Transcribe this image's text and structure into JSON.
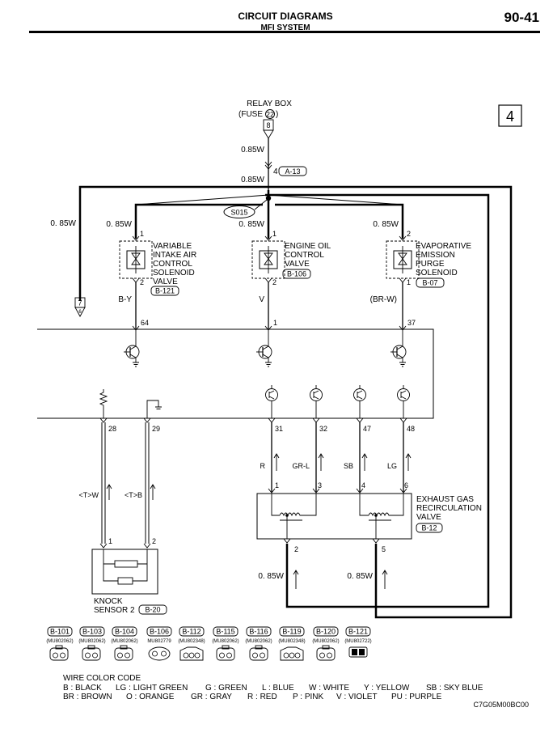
{
  "header": {
    "title": "CIRCUIT DIAGRAMS",
    "subtitle": "MFI SYSTEM",
    "page_number": "90-41"
  },
  "sheet_number": "4",
  "relay_box": {
    "label": "RELAY BOX",
    "fuse_label": "(FUSE",
    "fuse_number": "22",
    "fuse_close": ")",
    "pin": "8"
  },
  "wires": {
    "w1": "0.85W",
    "w2": "0.85W",
    "w_left": "0. 85W",
    "w_var": "0. 85W",
    "w_oil": "0. 85W",
    "w_evap": "0. 85W",
    "w_egr2": "0. 85W",
    "w_egr5": "0. 85W"
  },
  "connector_a13": {
    "pin": "4",
    "label": "A-13"
  },
  "splice": "S015",
  "left_connector": {
    "top": "7",
    "bottom": "6"
  },
  "devices": [
    {
      "pin_top": "1",
      "pin_bottom": "2",
      "name": [
        "VARIABLE",
        "INTAKE AIR",
        "CONTROL",
        "SOLENOID",
        "VALVE"
      ],
      "connector": "B-121",
      "wire_color": "B-Y",
      "ecu_pin": "64"
    },
    {
      "pin_top": "1",
      "pin_bottom": "2",
      "name": [
        "ENGINE OIL",
        "CONTROL",
        "VALVE"
      ],
      "connector": "B-106",
      "wire_color": "V",
      "ecu_pin": "1"
    },
    {
      "pin_top": "2",
      "pin_bottom": "1",
      "name": [
        "EVAPORATIVE",
        "EMISSION",
        "PURGE",
        "SOLENOID"
      ],
      "connector": "B-07",
      "wire_color": "(BR-W)",
      "ecu_pin": "37"
    }
  ],
  "knock": {
    "ecu_pins": [
      "28",
      "29"
    ],
    "wire_labels": [
      "<T>W",
      "<T>B"
    ],
    "sensor_pins": [
      "1",
      "2"
    ],
    "name": [
      "KNOCK",
      "SENSOR 2"
    ],
    "connector": "B-20"
  },
  "egr": {
    "ecu_pins": [
      "31",
      "32",
      "47",
      "48"
    ],
    "wire_labels": [
      "R",
      "GR-L",
      "SB",
      "LG"
    ],
    "valve_pins": [
      "1",
      "3",
      "4",
      "6"
    ],
    "bottom_pins": [
      "2",
      "5"
    ],
    "name": [
      "EXHAUST GAS",
      "RECIRCULATION",
      "VALVE"
    ],
    "connector": "B-12"
  },
  "connectors_legend": [
    {
      "id": "B-101",
      "part": "(MU802062)"
    },
    {
      "id": "B-103",
      "part": "(MU802062)"
    },
    {
      "id": "B-104",
      "part": "(MU802062)"
    },
    {
      "id": "B-106",
      "part": "MU802779"
    },
    {
      "id": "B-112",
      "part": "(MU802348)"
    },
    {
      "id": "B-115",
      "part": "(MU802062)"
    },
    {
      "id": "B-116",
      "part": "(MU802062)"
    },
    {
      "id": "B-119",
      "part": "(MU802348)"
    },
    {
      "id": "B-120",
      "part": "(MU802062)"
    },
    {
      "id": "B-121",
      "part": "(MU802722)"
    }
  ],
  "wire_color_code": {
    "title": "WIRE COLOR CODE",
    "line1": [
      {
        "code": "B",
        "name": "BLACK"
      },
      {
        "code": "LG",
        "name": "LIGHT GREEN"
      },
      {
        "code": "G",
        "name": "GREEN"
      },
      {
        "code": "L",
        "name": "BLUE"
      },
      {
        "code": "W",
        "name": "WHITE"
      },
      {
        "code": "Y",
        "name": "YELLOW"
      },
      {
        "code": "SB",
        "name": "SKY BLUE"
      }
    ],
    "line2": [
      {
        "code": "BR",
        "name": "BROWN"
      },
      {
        "code": "O",
        "name": "ORANGE"
      },
      {
        "code": "GR",
        "name": "GRAY"
      },
      {
        "code": "R",
        "name": "RED"
      },
      {
        "code": "P",
        "name": "PINK"
      },
      {
        "code": "V",
        "name": "VIOLET"
      },
      {
        "code": "PU",
        "name": "PURPLE"
      }
    ]
  },
  "drawing_code": "C7G05M00BC00"
}
